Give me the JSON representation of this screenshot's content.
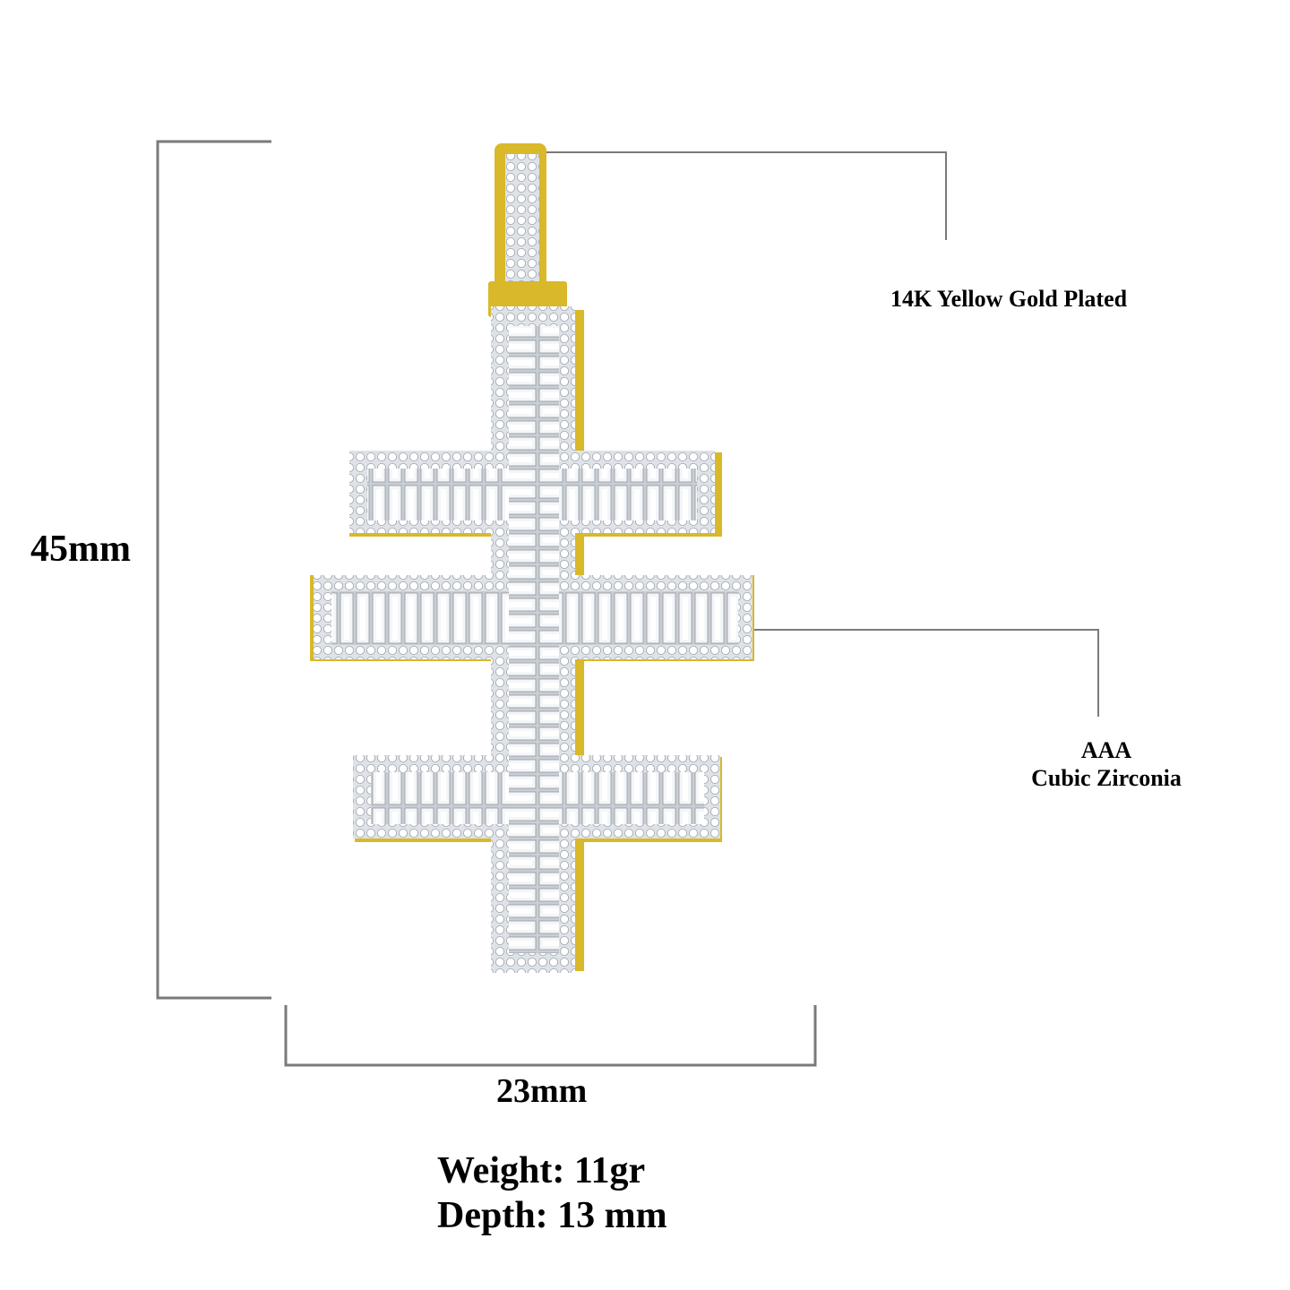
{
  "dimensions": {
    "height": "45mm",
    "width": "23mm"
  },
  "callouts": {
    "plating": "14K Yellow Gold Plated",
    "stone_grade": "AAA",
    "stone_type": "Cubic Zirconia"
  },
  "specs": {
    "weight": "Weight: 11gr",
    "depth": "Depth: 13 mm"
  },
  "colors": {
    "gold": "#d9b82a",
    "stone": "#eef1f4",
    "dimension_line": "#7a7a7a"
  }
}
